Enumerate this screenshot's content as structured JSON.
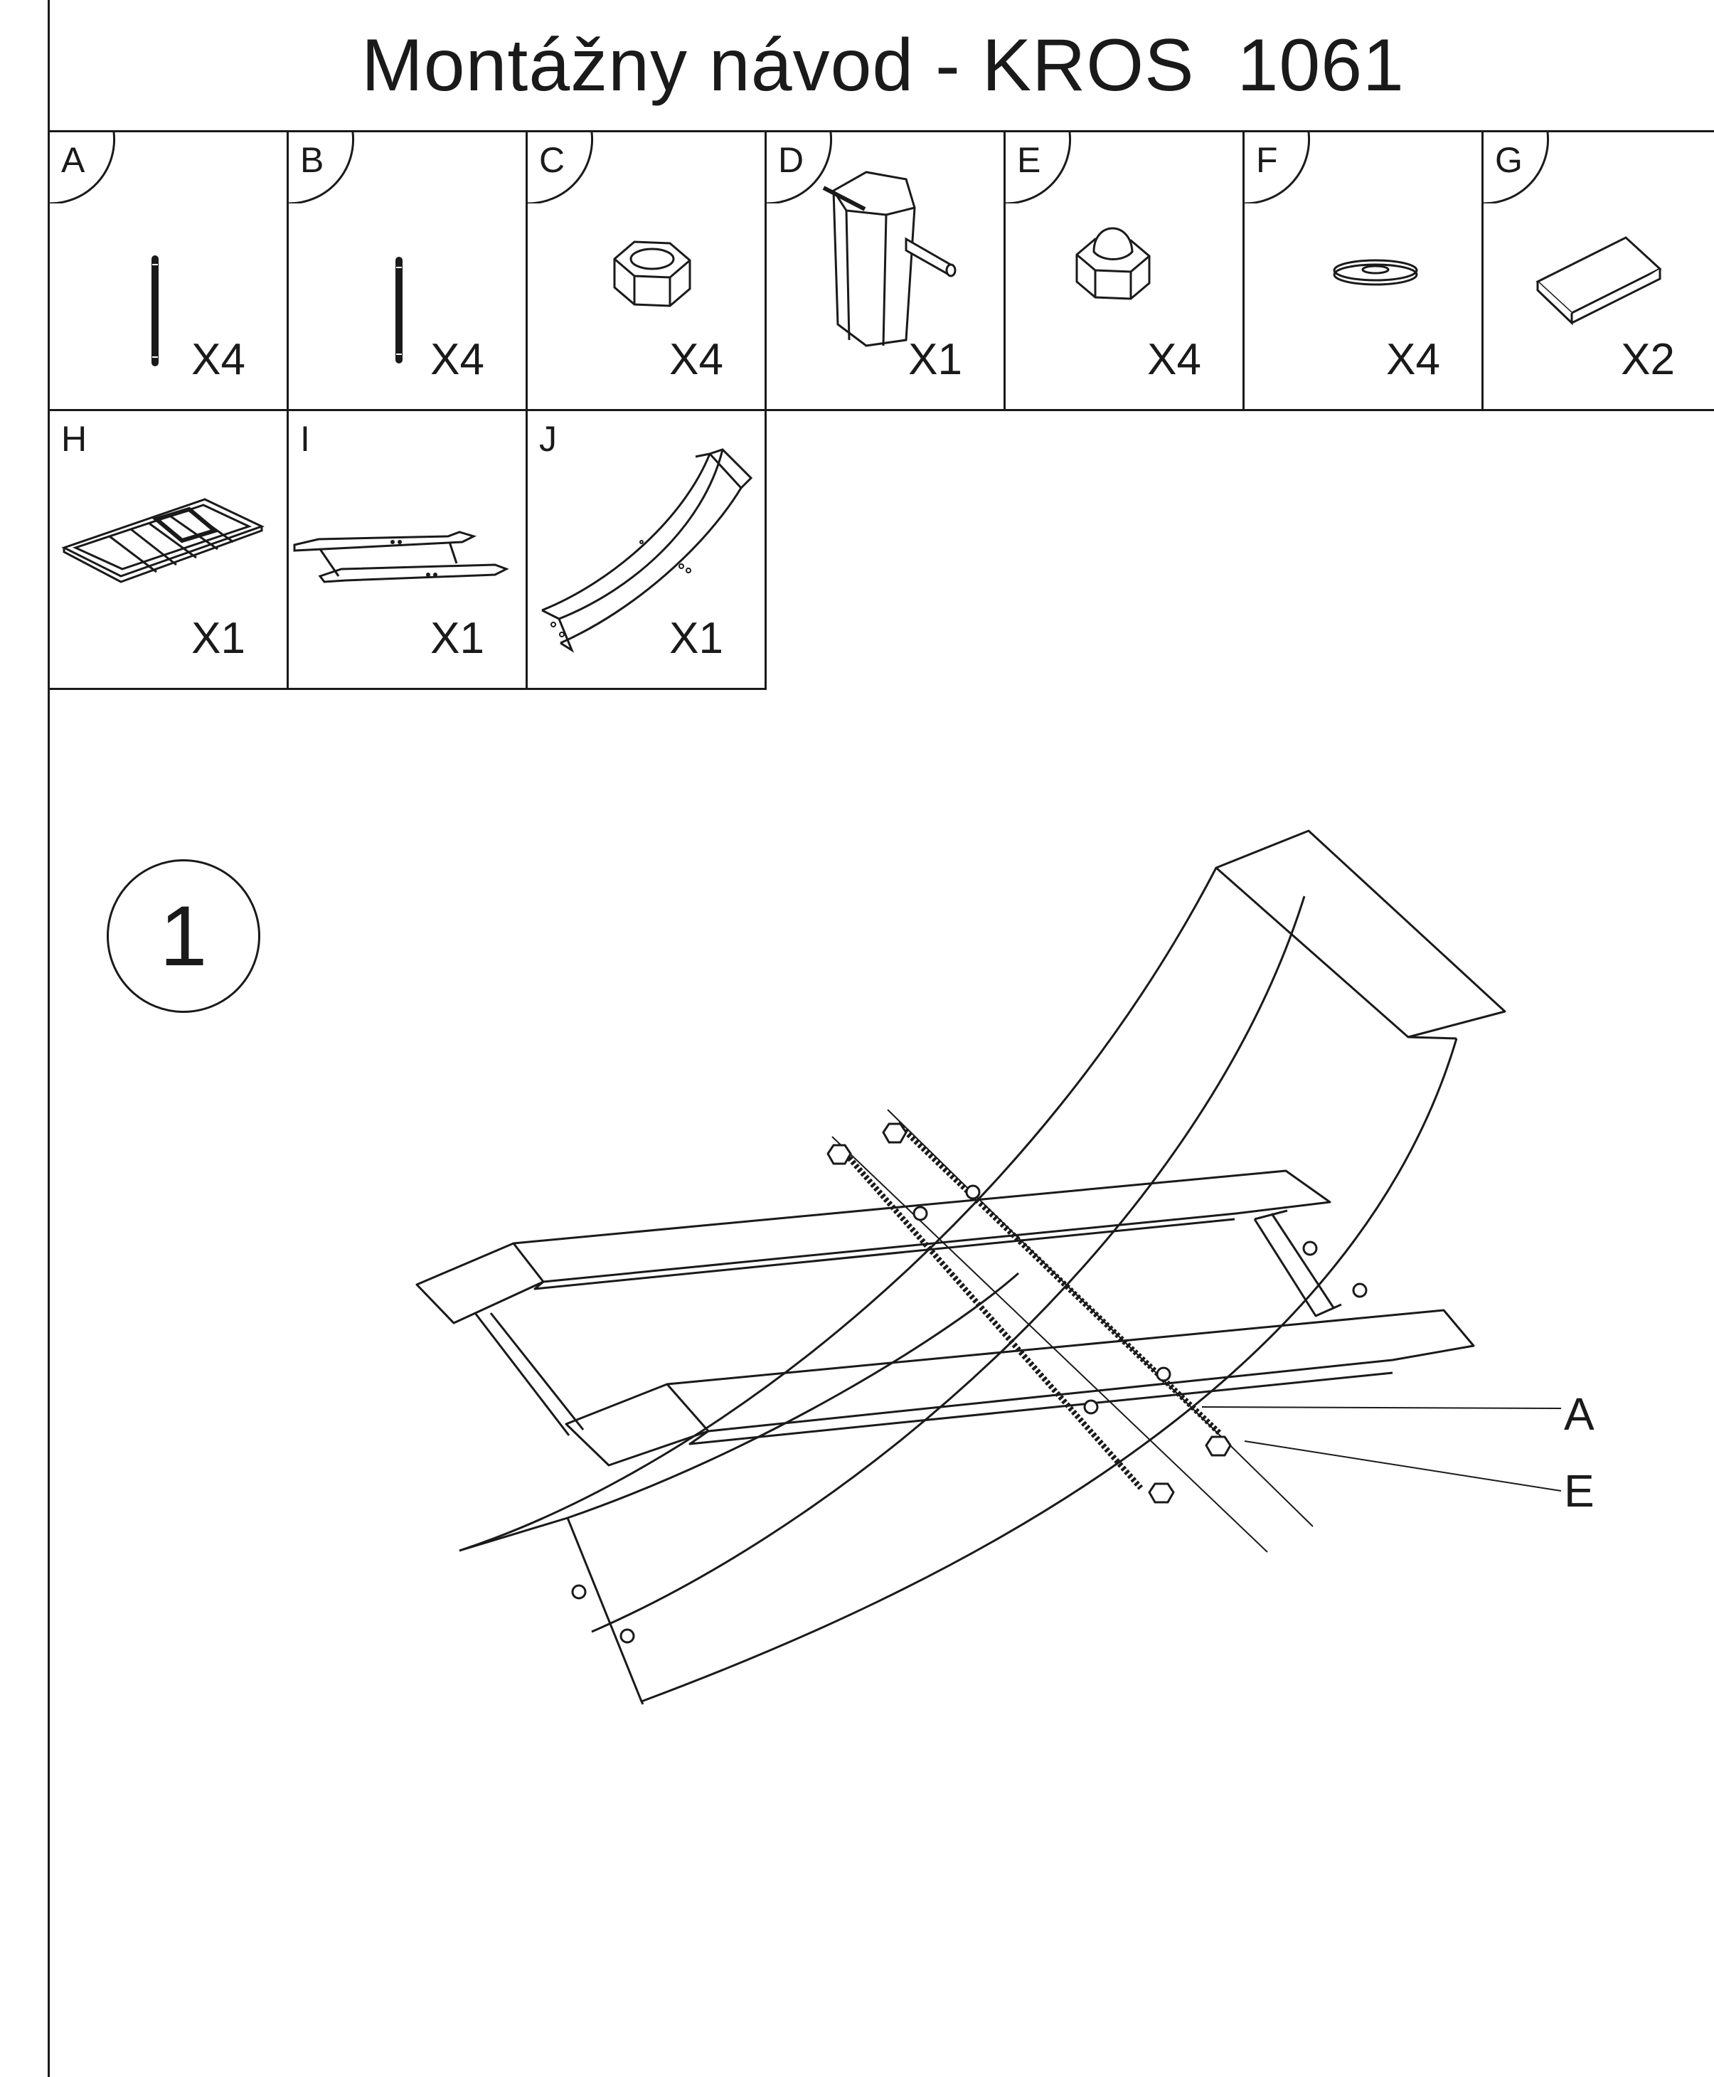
{
  "header": {
    "title_text": "Montážny návod -",
    "model": "KROS",
    "model_number": "1061"
  },
  "parts": [
    {
      "letter": "A",
      "quantity": "X4",
      "icon": "long-bolt-icon"
    },
    {
      "letter": "B",
      "quantity": "X4",
      "icon": "bolt-icon"
    },
    {
      "letter": "C",
      "quantity": "X4",
      "icon": "hex-nut-icon"
    },
    {
      "letter": "D",
      "quantity": "X1",
      "icon": "hex-wrench-icon"
    },
    {
      "letter": "E",
      "quantity": "X4",
      "icon": "cap-nut-icon"
    },
    {
      "letter": "F",
      "quantity": "X4",
      "icon": "washer-icon"
    },
    {
      "letter": "G",
      "quantity": "X2",
      "icon": "felt-pad-icon"
    },
    {
      "letter": "H",
      "quantity": "X1",
      "icon": "table-frame-icon"
    },
    {
      "letter": "I",
      "quantity": "X1",
      "icon": "base-frame-icon"
    },
    {
      "letter": "J",
      "quantity": "X1",
      "icon": "curved-leg-icon"
    }
  ],
  "step": {
    "number": "1",
    "callouts": [
      "A",
      "E"
    ]
  }
}
